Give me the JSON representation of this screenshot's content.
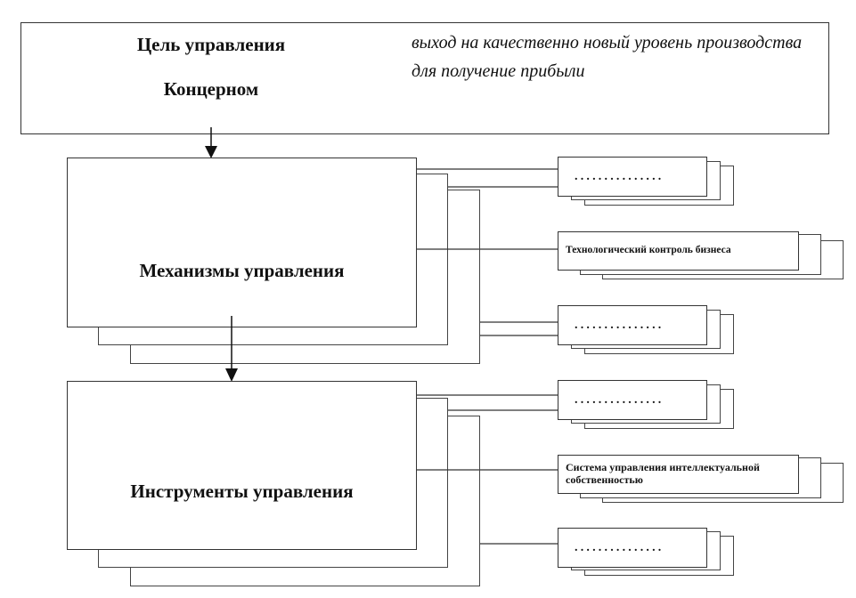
{
  "goal": {
    "title_line1": "Цель управления",
    "title_line2": "Концерном",
    "description": "выход на качественно новый уровень производства для получение прибыли"
  },
  "mechanisms": {
    "label": "Механизмы управления",
    "items": [
      {
        "label": "..............."
      },
      {
        "label": "Технологический контроль бизнеса"
      },
      {
        "label": "..............."
      }
    ]
  },
  "instruments": {
    "label": "Инструменты управления",
    "items": [
      {
        "label": "..............."
      },
      {
        "label": "Система управления интеллектуальной собственностью"
      },
      {
        "label": "..............."
      }
    ]
  }
}
